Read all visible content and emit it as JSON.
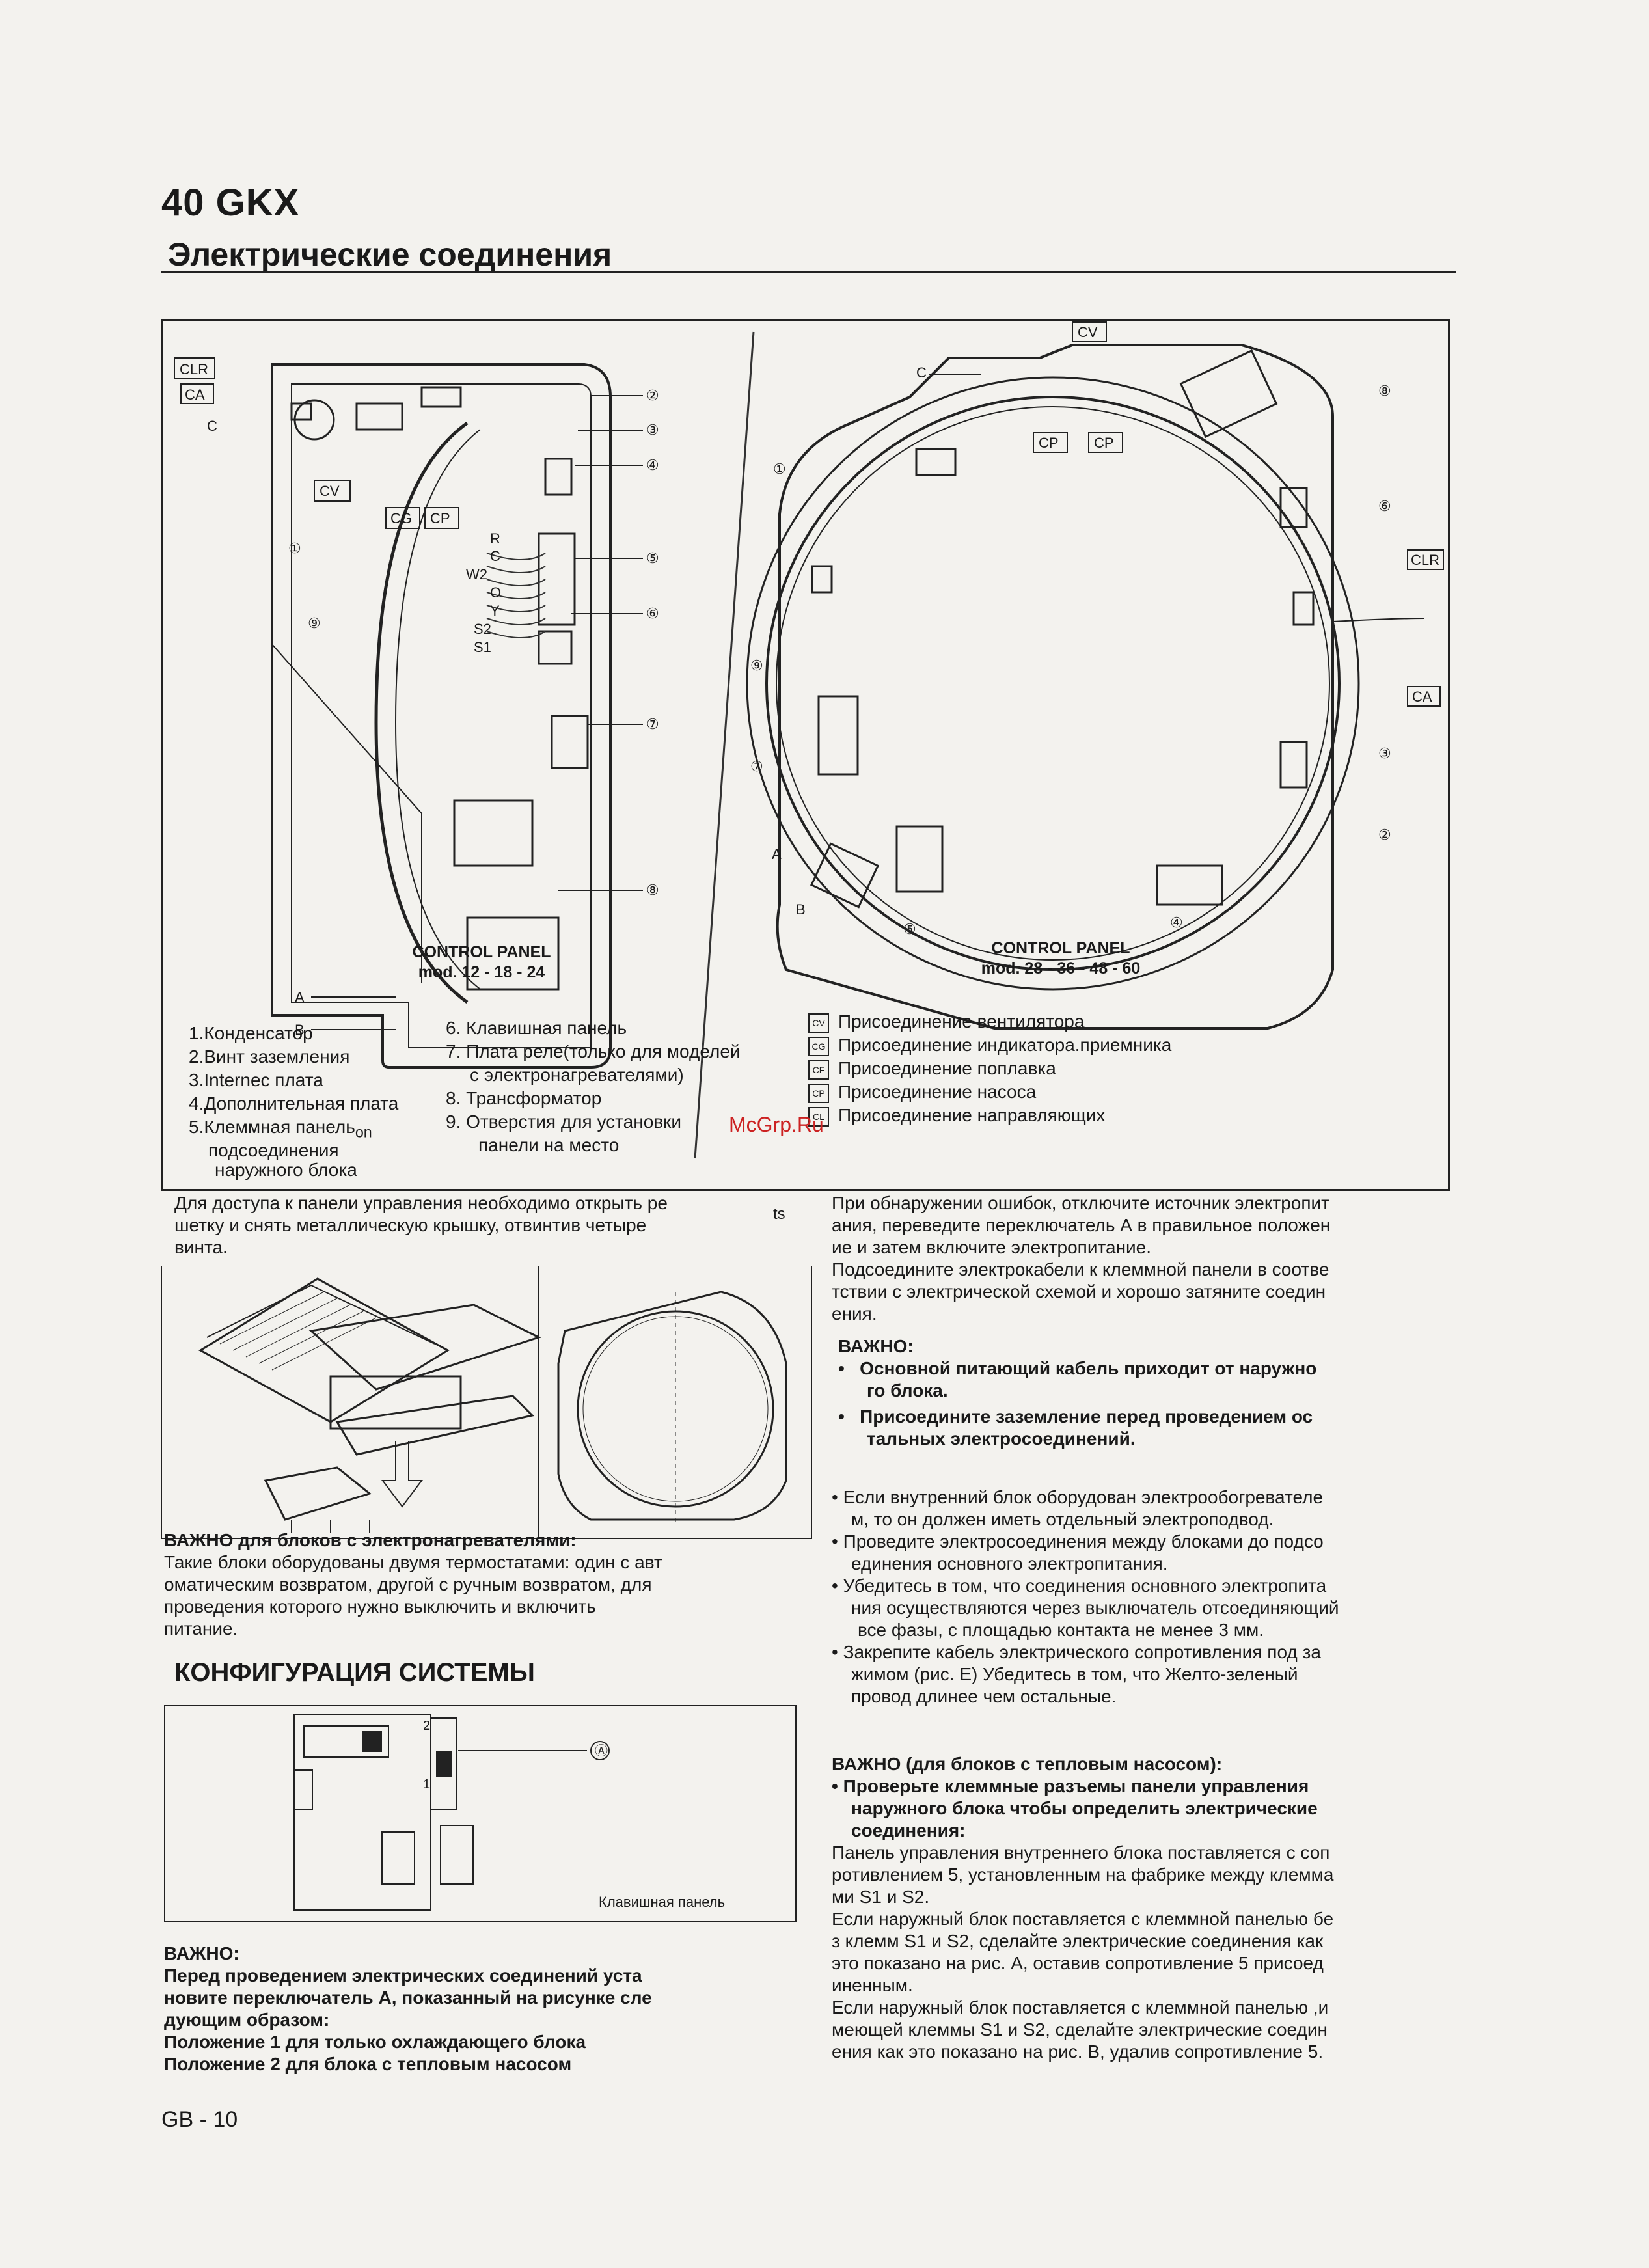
{
  "header": {
    "model": "40 GKX",
    "title": "Электрические соединения"
  },
  "figure_left": {
    "caption_line1": "CONTROL PANEL",
    "caption_line2": "mod. 12 - 18 - 24",
    "labels": {
      "clr": "CLR",
      "ca": "CA",
      "c": "C",
      "cv": "CV",
      "cg": "CG",
      "cp": "CP",
      "terminals": [
        "R",
        "C",
        "W2",
        "O",
        "Y",
        "S2",
        "S1"
      ],
      "a": "A",
      "b": "B",
      "nums": [
        "②",
        "③",
        "④",
        "⑤",
        "⑥",
        "⑦",
        "⑧",
        "①",
        "⑨"
      ]
    }
  },
  "figure_right": {
    "caption_line1": "CONTROL PANEL",
    "caption_line2": "mod. 28 - 36 - 48 - 60",
    "labels": {
      "cv": "CV",
      "c": "C",
      "cp1": "CP",
      "cp2": "CP",
      "clr": "CLR",
      "ca": "CA",
      "a": "A",
      "b": "B",
      "nums": [
        "⑧",
        "⑥",
        "①",
        "⑨",
        "⑦",
        "③",
        "②",
        "⑤",
        "④"
      ]
    }
  },
  "legend": {
    "col1": [
      "1.Конденсатор",
      "2.Винт заземления",
      "3.Internec плата",
      "4.Дополнительная плата",
      "5.Клеммная панель",
      "подсоединения",
      "наружного блока"
    ],
    "on_suffix": "on",
    "col2": [
      "6. Клавишная панель",
      "7. Плата реле(только для моделей",
      "с электронагревателями)",
      "8. Трансформатор",
      "9. Отверстия для установки",
      "панели на место"
    ],
    "col3_codes": [
      "CV",
      "CG",
      "CF",
      "CP",
      "CL"
    ],
    "col3": [
      "Присоединение вентилятора",
      "Присоединение индикатора.приемника",
      "Присоединение поплавка",
      "Присоединение насоса",
      "Присоединение направляющих"
    ]
  },
  "watermark": "McGrp.Ru",
  "left_col": {
    "access_text": [
      "Для доступа к панели управления необходимо открыть ре",
      "шетку и снять металлическую крышку, отвинтив четыре",
      "винта."
    ],
    "ts_mark": "ts",
    "heaters_title": "ВАЖНО для блоков с электронагревателями:",
    "heaters_text": [
      "Такие блоки оборудованы двумя термостатами: один с авт",
      "оматическим возвратом, другой с ручным возвратом, для",
      "проведения которого нужно выключить и включить",
      "питание."
    ],
    "config_title": "КОНФИГУРАЦИЯ СИСТЕМЫ",
    "config_label_a": "Ⓐ",
    "config_pos2": "2",
    "config_pos1": "1",
    "config_caption": "Клавишная панель",
    "important_title": "ВАЖНО:",
    "important_text": [
      "Перед проведением электрических соединений уста",
      "новите переключатель А, показанный на рисунке сле",
      "дующим образом:",
      "Положение 1 для только охлаждающего блока",
      "Положение 2 для блока с тепловым насосом"
    ]
  },
  "right_col": {
    "p1": [
      "При обнаружении ошибок, отключите источник электропит",
      "ания, переведите переключатель А в правильное положен",
      "ие и затем включите электропитание.",
      "Подсоедините электрокабели к клеммной панели в соотве",
      "тствии с электрической схемой и хорошо затяните соедин",
      "ения."
    ],
    "important_title": "ВАЖНО:",
    "important_b1": [
      "Основной питающий кабель приходит от наружно",
      "го блока."
    ],
    "important_b2": [
      "Присоедините заземление перед проведением ос",
      "тальных электросоединений."
    ],
    "bullets": [
      [
        "Если внутренний блок оборудован электрообогревателе",
        "м, то он должен иметь отдельный электроподвод."
      ],
      [
        "Проведите электросоединения между блоками до подсо",
        "единения основного электропитания."
      ],
      [
        "Убедитесь в том, что соединения основного электропита",
        "ния осуществляются через выключатель отсоединяющий",
        "все фазы, с площадью контакта не менее 3 мм."
      ],
      [
        "Закрепите кабель электрического сопротивления под за",
        "жимом (рис. Е)  Убедитесь в том, что Желто-зеленый",
        "провод  длинее чем остальные."
      ]
    ],
    "hp_title": "ВАЖНО (для блоков с тепловым насосом):",
    "hp_bullet": [
      "Проверьте клеммные разъемы панели управления",
      "наружного блока чтобы определить электрические",
      "соединения:"
    ],
    "hp_text": [
      "Панель управления внутреннего блока поставляется с соп",
      "ротивлением 5, установленным на фабрике между клемма",
      "ми S1 и S2.",
      "Если наружный блок поставляется с клеммной панелью бе",
      "з клемм S1 и S2, сделайте электрические соединения как",
      "это показано на рис. А, оставив сопротивление 5 присоед",
      "иненным.",
      "Если наружный блок поставляется с клеммной панелью ,и",
      "меющей клеммы S1 и S2, сделайте электрические соедин",
      "ения как это показано на рис. В, удалив сопротивление 5."
    ]
  },
  "footer": {
    "page": "GB - 10"
  }
}
